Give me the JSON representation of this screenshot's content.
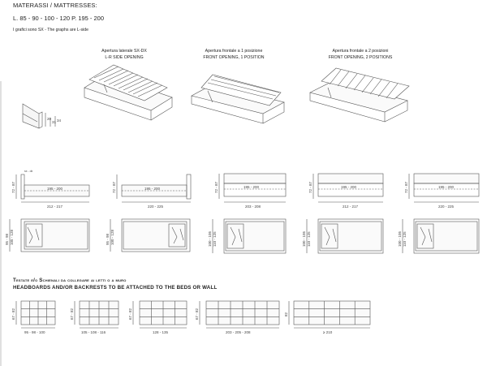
{
  "header": {
    "title": "MATERASSI / MATTRESSES:",
    "sizes": "L. 85 - 90 - 100 - 120    P. 195 - 200",
    "note": "I grafici sono SX  -  The graphs are L-side"
  },
  "openings": [
    {
      "line1": "Apertura laterale SX-DX",
      "line2": "L-R SIDE OPENING"
    },
    {
      "line1": "Apertura frontale a 1 posizione",
      "line2": "FRONT OPENING, 1 POSITION"
    },
    {
      "line1": "Apertura frontale a 2 posizioni",
      "line2": "FRONT OPENING, 2 POSITIONS"
    }
  ],
  "detail_dims": {
    "d1": "20",
    "d2": "31",
    "d3": "34"
  },
  "side_views": [
    {
      "height": "72 - 87",
      "mattress": "195 - 200",
      "width": "212 - 217",
      "label": "sx - dx"
    },
    {
      "height": "72 - 87",
      "mattress": "195 - 200",
      "width": "220 - 225"
    },
    {
      "height": "72 - 87",
      "mattress": "195 - 200",
      "width": "203 - 208"
    },
    {
      "height": "72 - 87",
      "mattress": "195 - 200",
      "width": "212 - 217"
    },
    {
      "height": "72 - 87",
      "mattress": "195 - 200",
      "width": "220 - 225"
    }
  ],
  "plan_views": [
    {
      "outer": "95 - 98",
      "inner": "105 - 128"
    },
    {
      "outer": "95 - 98",
      "inner": "100 - 128"
    },
    {
      "outer": "100 - 105",
      "inner": "110 - 125"
    },
    {
      "outer": "100 - 105",
      "inner": "110 - 125"
    },
    {
      "outer": "100 - 105",
      "inner": "110 - 125"
    }
  ],
  "headboards_title_1": "Testate e/o Schienali da collegare ai letti o a muro",
  "headboards_title_2": "HEADBOARDS AND/OR BACKRESTS TO BE ATTACHED TO THE BEDS OR WALL",
  "headboards": [
    {
      "height": "67 - 82",
      "width": "95 - 98 - 100"
    },
    {
      "height": "67 - 82",
      "width": "105 - 108 - 116"
    },
    {
      "height": "67 - 82",
      "width": "128 - 135"
    },
    {
      "height": "67 - 82",
      "width": "203 - 205 - 208"
    },
    {
      "height": "82",
      "width": "≥ 210"
    }
  ]
}
